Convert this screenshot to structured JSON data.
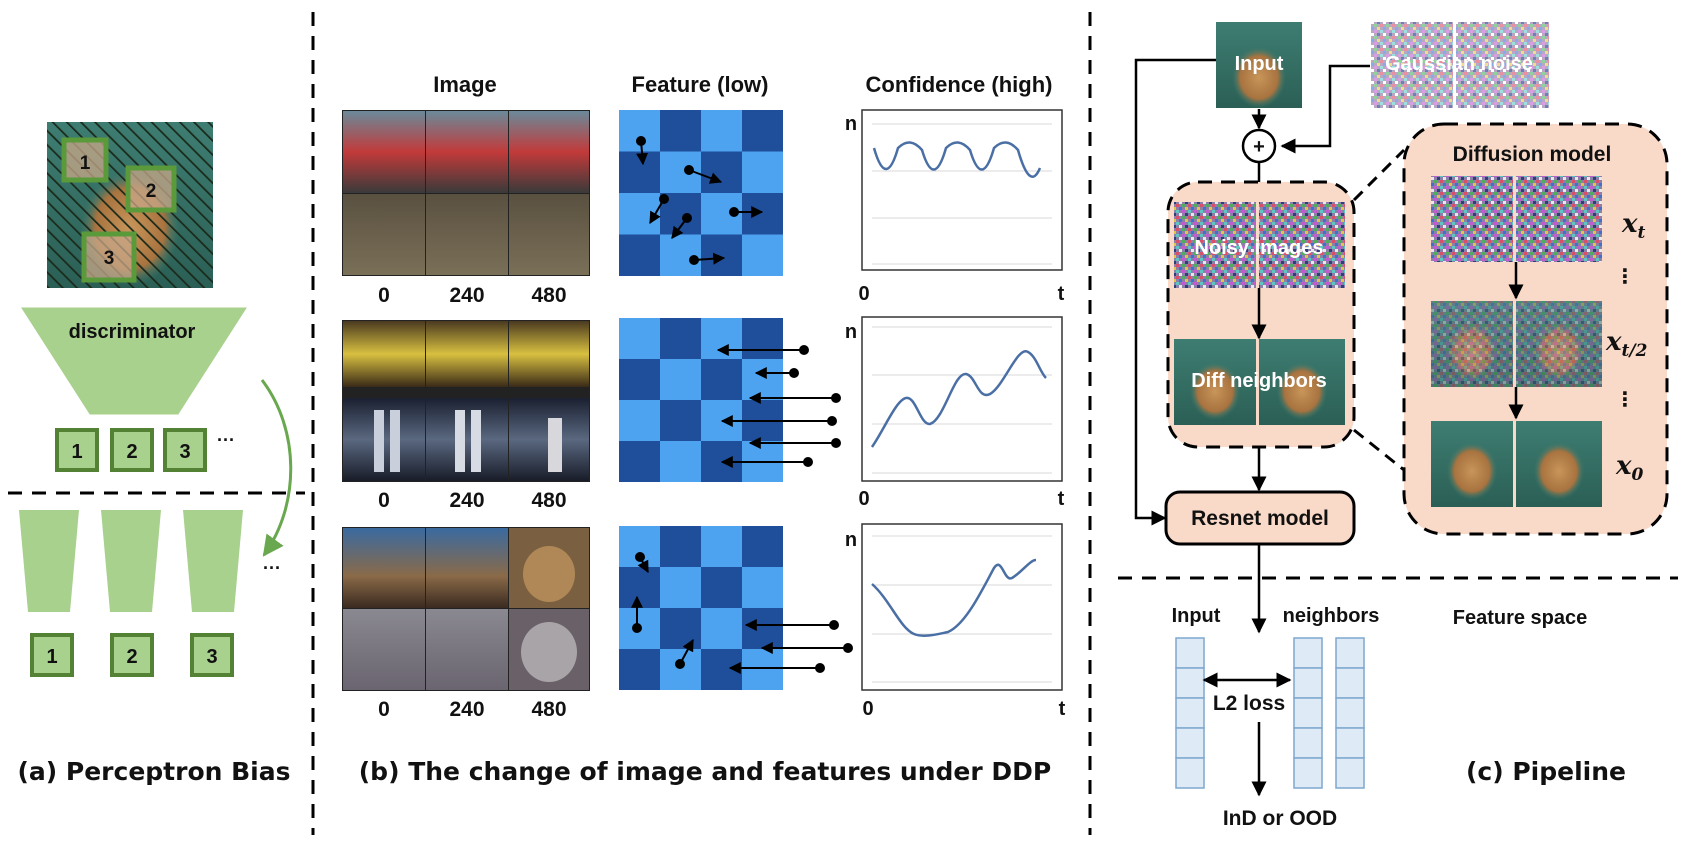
{
  "panel_a": {
    "box_numbers": [
      "1",
      "2",
      "3"
    ],
    "discriminator_label": "discriminator",
    "ellipsis": "···",
    "caption": "(a) Perceptron Bias"
  },
  "panel_b": {
    "col_image": "Image",
    "col_feature": "Feature (low)",
    "col_confidence": "Confidence (high)",
    "ticks": [
      "0",
      "240",
      "480"
    ],
    "y_axis_label": "n",
    "x_axis_start": "0",
    "x_axis_end": "t",
    "caption": "(b) The change of image and features under DDP"
  },
  "panel_c": {
    "input_label": "Input",
    "noise_label": "Gaussian noise",
    "plus_symbol": "+",
    "noisy_label": "Noisy images",
    "neighbors_label": "Diff neighbors",
    "diffusion_title": "Diffusion model",
    "step_xt": "x",
    "step_xt_sub": "t",
    "step_xmid": "x",
    "step_xmid_sub": "t/2",
    "step_x0": "x",
    "step_x0_sub": "0",
    "vdots": "⋮",
    "resnet_label": "Resnet model",
    "feat_input_label": "Input",
    "feat_neighbors_label": "neighbors",
    "feature_space_label": "Feature space",
    "loss_label": "L2 loss",
    "result_label": "InD or OOD",
    "caption": "(c) Pipeline"
  },
  "colors": {
    "green_fill": "#a9d18e",
    "green_stroke": "#548235",
    "checker_dark": "#1f4e9a",
    "checker_light": "#4ea3f0",
    "curve": "#4a6fa5",
    "peach": "#f9d9c8"
  }
}
